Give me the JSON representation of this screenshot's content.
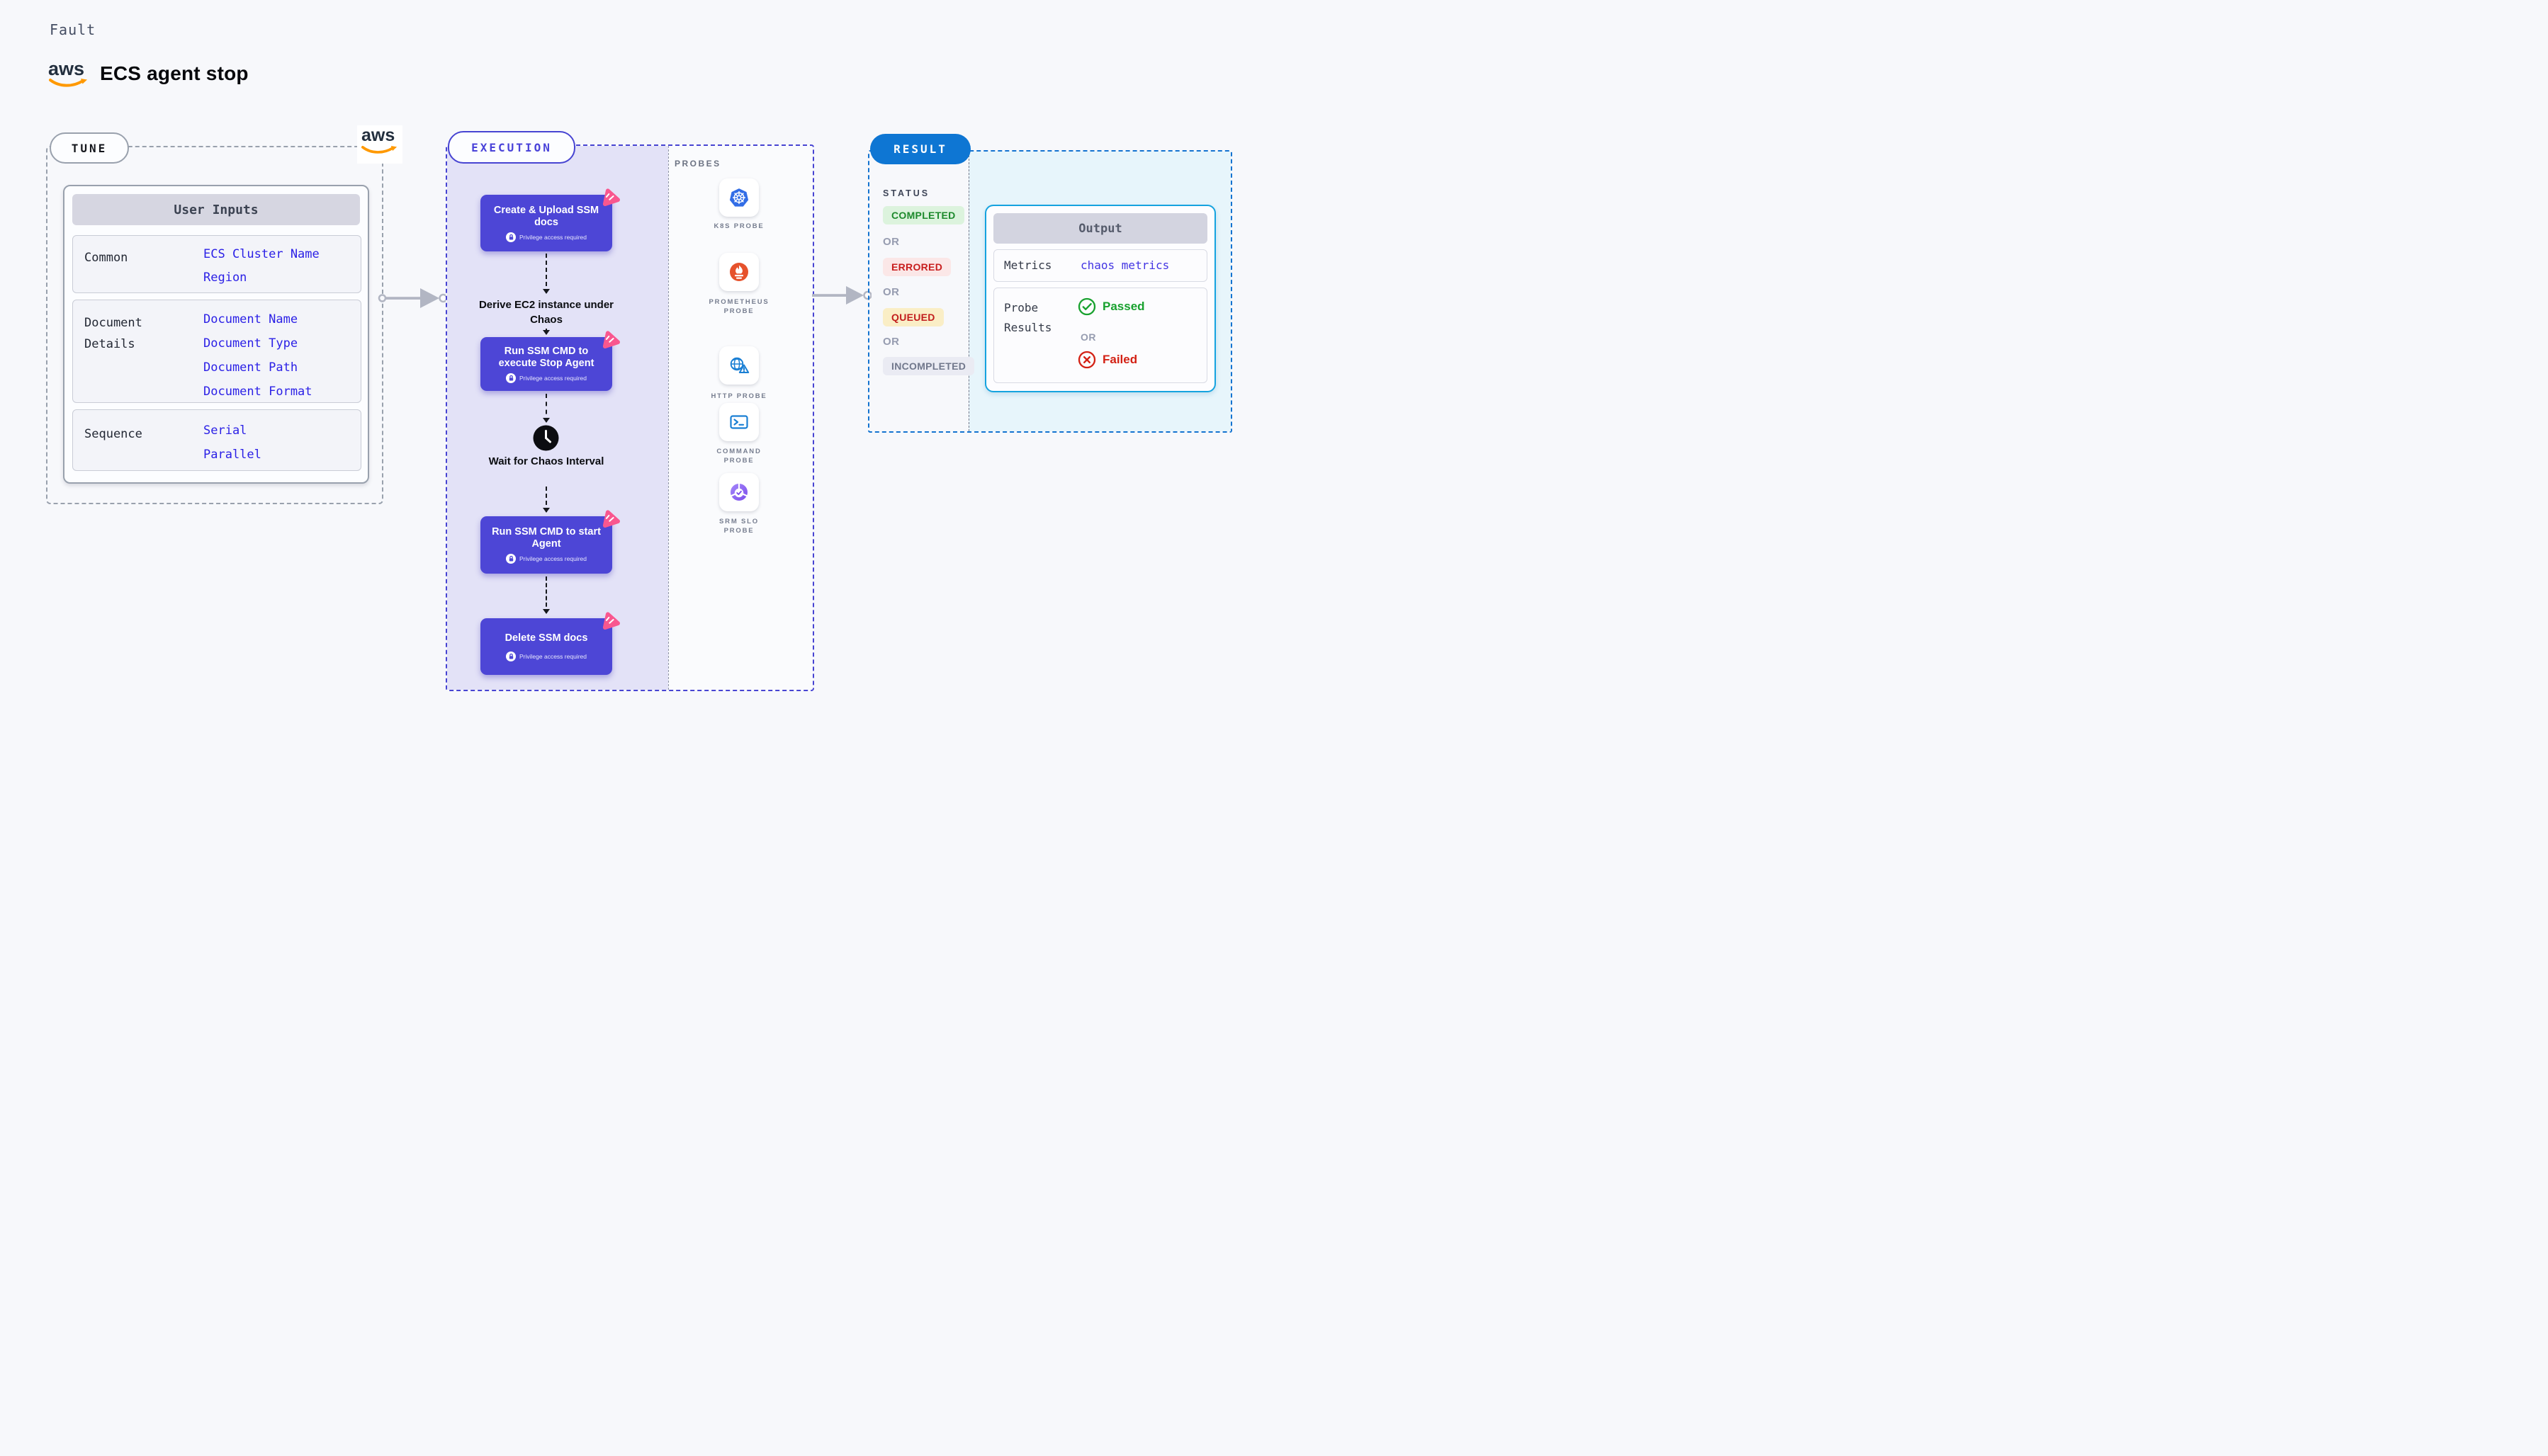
{
  "page": {
    "fault_label": "Fault",
    "title": "ECS agent stop",
    "aws_logo_text": "aws"
  },
  "colors": {
    "page_bg": "#f7f8fb",
    "link_blue": "#2a1fe6",
    "indigo_accent": "#4d46d6",
    "execution_border": "#4744d2",
    "lavender_bg": "#e3e2f7",
    "pink_accent": "#f9578f",
    "result_blue": "#0e76d3",
    "output_border": "#15a3df",
    "output_bg": "#e7f5fb",
    "aws_orange": "#f90",
    "aws_navy": "#232f3e",
    "completed_green": "#1d8a2c",
    "errored_red": "#c81e1e",
    "queued_yellow_bg": "#faeec6",
    "incompleted_gray": "#71788c",
    "passed_green": "#18a12e",
    "failed_red": "#d32114",
    "k8s_blue": "#326de6",
    "prometheus_orange": "#e6522c",
    "http_blue": "#1a7fd4",
    "srm_purple": "#7c4deb"
  },
  "tune": {
    "label": "TUNE",
    "card_title": "User Inputs",
    "rows": [
      {
        "label": "Common",
        "links": [
          "ECS Cluster Name",
          "Region"
        ]
      },
      {
        "label": "Document Details",
        "links": [
          "Document Name",
          "Document Type",
          "Document Path",
          "Document Format"
        ]
      },
      {
        "label": "Sequence",
        "links": [
          "Serial",
          "Parallel"
        ]
      }
    ]
  },
  "execution": {
    "label": "EXECUTION",
    "privilege_label": "Privilege access required",
    "steps": [
      {
        "title": "Create & Upload SSM docs"
      },
      {
        "title": "Run SSM CMD to execute Stop Agent"
      },
      {
        "title": "Run SSM CMD to start Agent"
      },
      {
        "title": "Delete SSM docs"
      }
    ],
    "derive_label": "Derive EC2 instance under Chaos",
    "wait_label": "Wait for Chaos Interval"
  },
  "probes": {
    "label": "PROBES",
    "items": [
      {
        "name": "K8S PROBE",
        "icon": "kubernetes-icon"
      },
      {
        "name": "PROMETHEUS PROBE",
        "icon": "prometheus-icon"
      },
      {
        "name": "HTTP PROBE",
        "icon": "globe-warning-icon"
      },
      {
        "name": "COMMAND PROBE",
        "icon": "terminal-icon"
      },
      {
        "name": "SRM SLO PROBE",
        "icon": "slo-gauge-icon"
      }
    ]
  },
  "result": {
    "label": "RESULT",
    "status_label": "STATUS",
    "or_label": "OR",
    "statuses": [
      {
        "text": "COMPLETED",
        "type": "completed"
      },
      {
        "text": "ERRORED",
        "type": "errored"
      },
      {
        "text": "QUEUED",
        "type": "queued"
      },
      {
        "text": "INCOMPLETED",
        "type": "incompleted"
      }
    ],
    "output": {
      "title": "Output",
      "metrics_label": "Metrics",
      "metrics_value": "chaos metrics",
      "probe_results_label": "Probe Results",
      "passed_label": "Passed",
      "failed_label": "Failed"
    }
  }
}
